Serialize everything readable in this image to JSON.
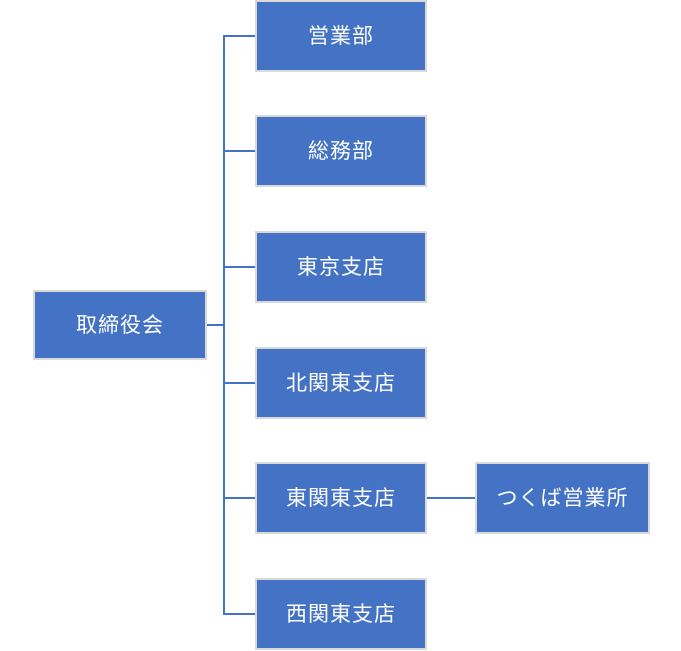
{
  "diagram": {
    "type": "org-chart",
    "root": {
      "label": "取締役会"
    },
    "children": [
      {
        "label": "営業部"
      },
      {
        "label": "総務部"
      },
      {
        "label": "東京支店"
      },
      {
        "label": "北関東支店"
      },
      {
        "label": "東関東支店",
        "children": [
          {
            "label": "つくば営業所"
          }
        ]
      },
      {
        "label": "西関東支店"
      }
    ],
    "colors": {
      "node_fill": "#4472C4",
      "node_border": "#D9D9D9",
      "node_text": "#FFFFFF",
      "connector": "#4472C4",
      "background": "#FFFFFF"
    }
  }
}
